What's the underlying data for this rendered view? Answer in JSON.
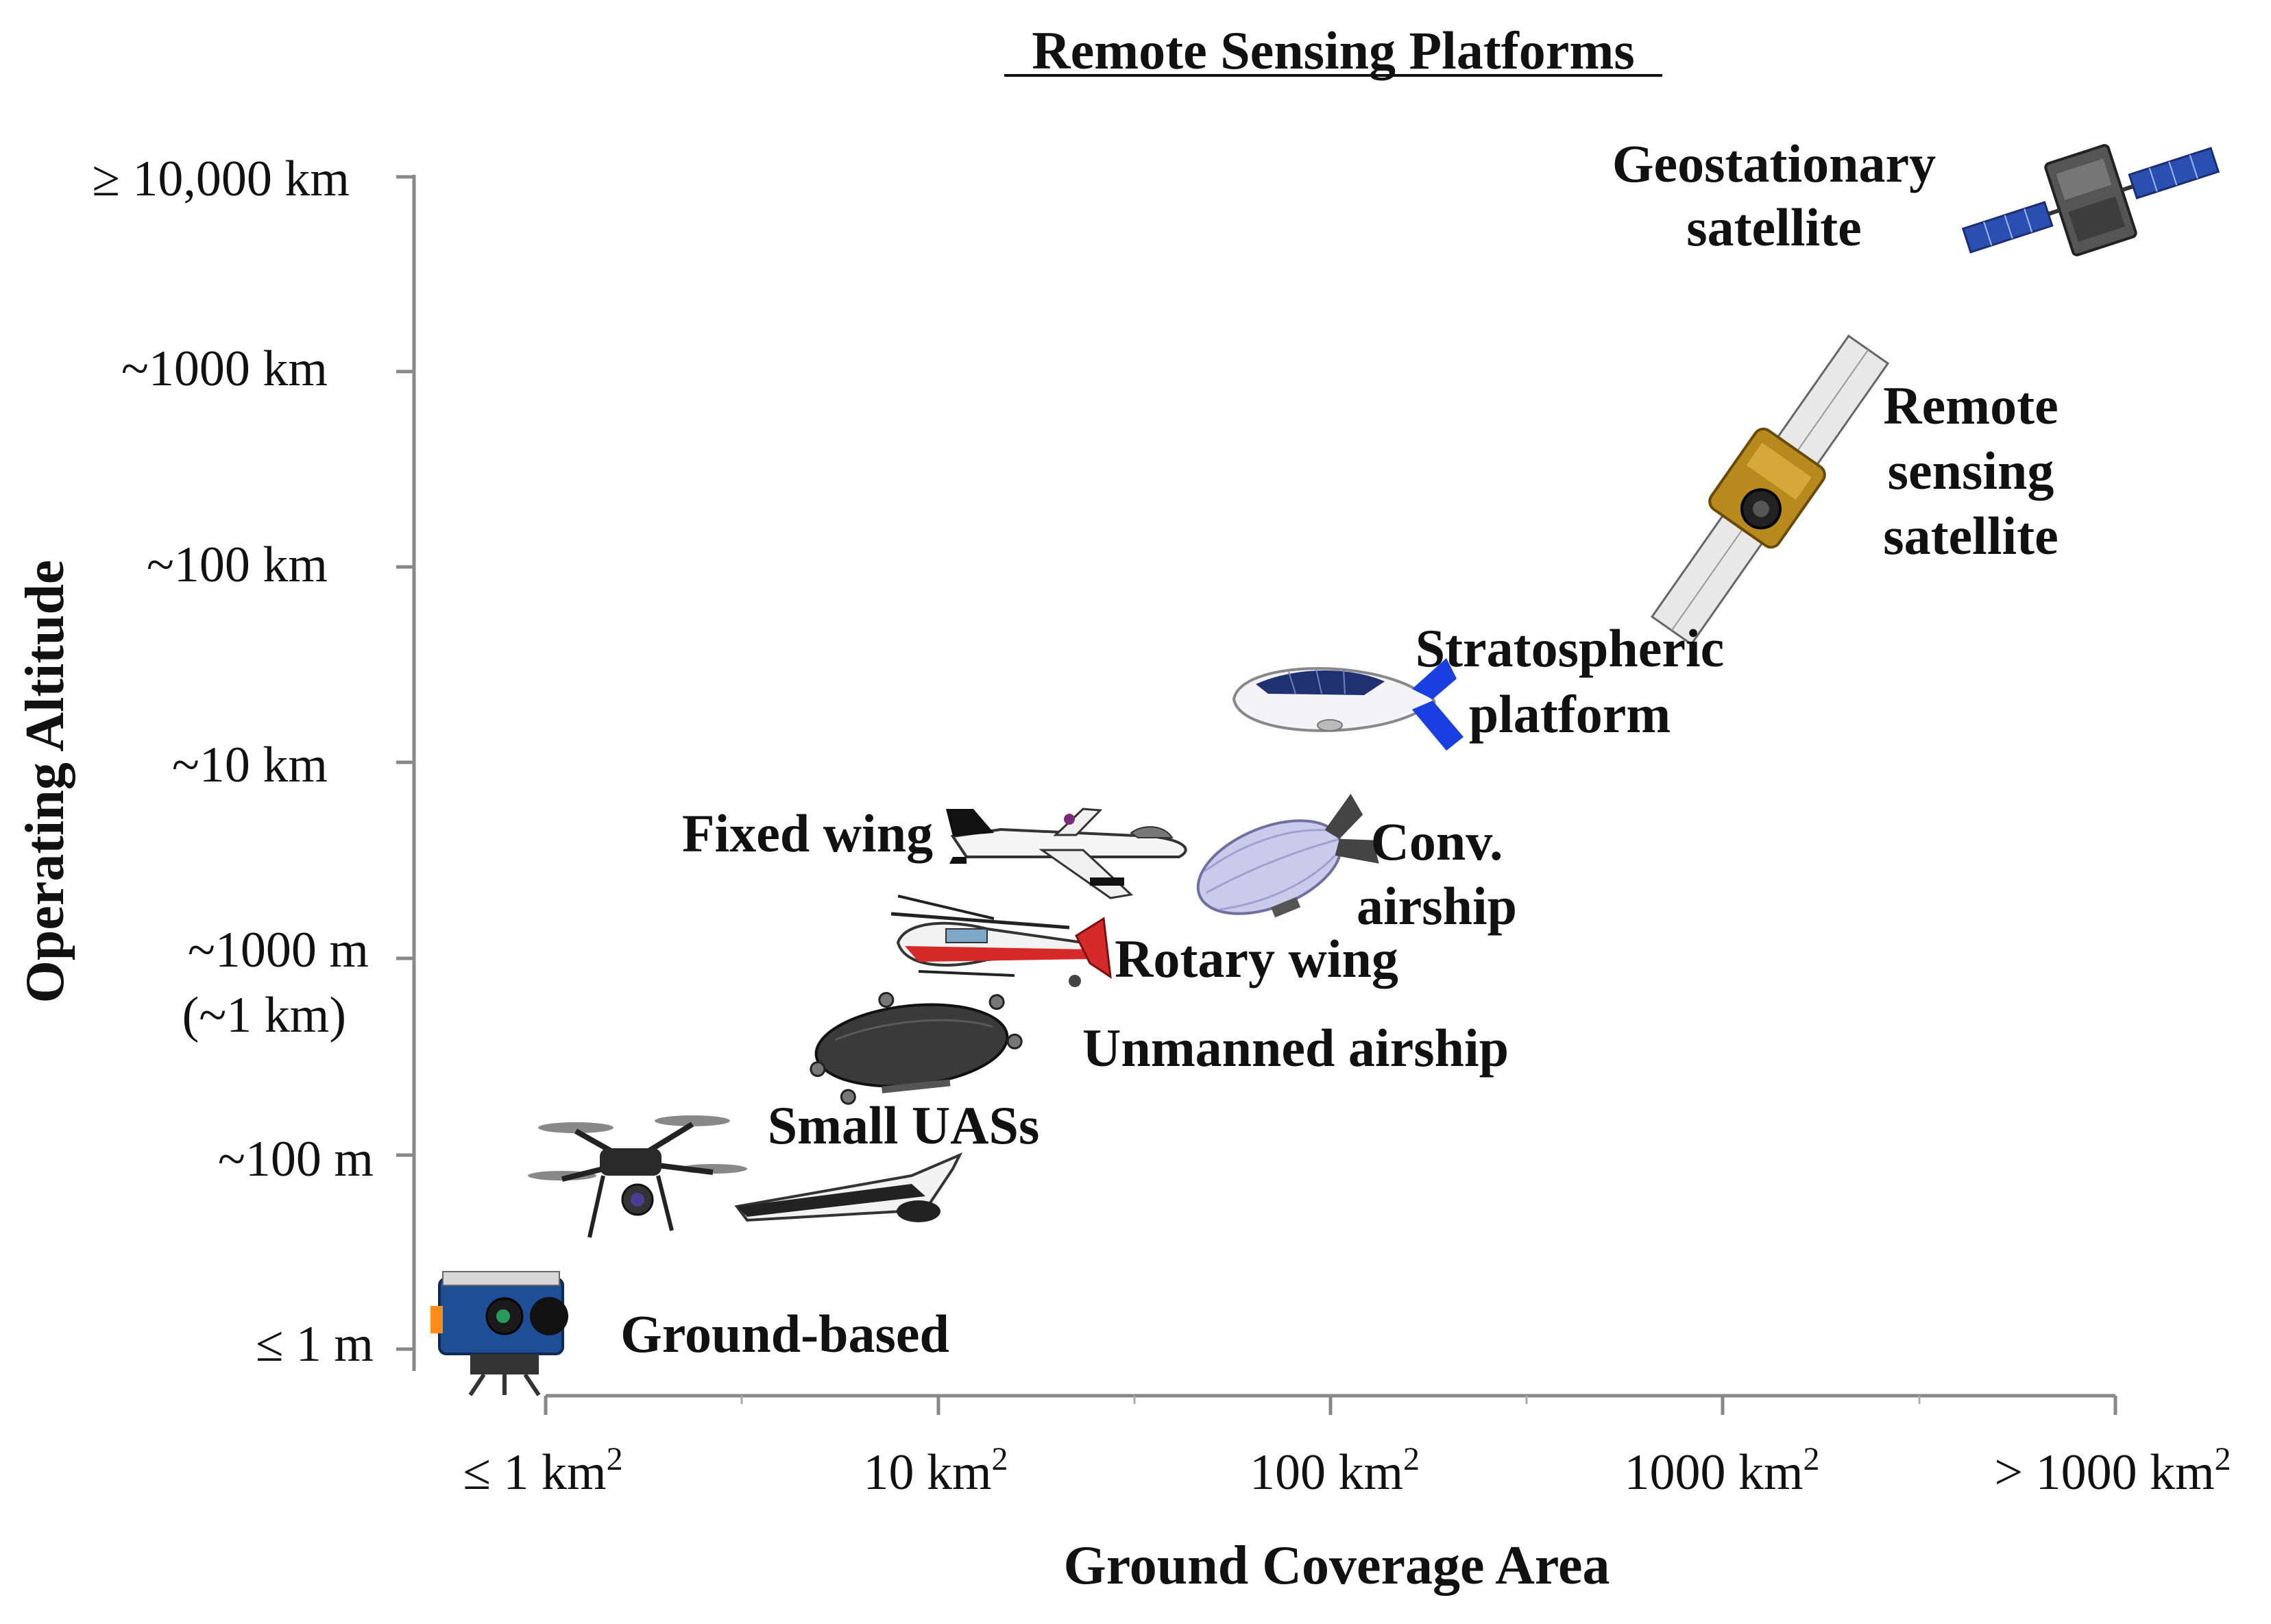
{
  "title": "Remote Sensing Platforms",
  "axes": {
    "x_title": "Ground Coverage Area",
    "y_title": "Operating Altitude",
    "x_ticks": [
      "≤ 1 km",
      "10 km",
      "100 km",
      "1000 km",
      "> 1000 km"
    ],
    "x_tick_superscript": "2",
    "y_ticks": [
      "≥ 10,000 km",
      "~1000 km",
      "~100 km",
      "~10 km",
      "~1000 m",
      "(~1 km)",
      "~100 m",
      "≤ 1 m"
    ]
  },
  "platforms": [
    {
      "id": "geostationary-satellite",
      "lines": [
        "Geostationary",
        "satellite"
      ],
      "icon": "geostationary-satellite-icon"
    },
    {
      "id": "remote-sensing-satellite",
      "lines": [
        "Remote",
        "sensing",
        "satellite"
      ],
      "icon": "remote-sensing-satellite-icon"
    },
    {
      "id": "stratospheric-platform",
      "lines": [
        "Stratospheric",
        "platform"
      ],
      "icon": "stratospheric-airship-icon"
    },
    {
      "id": "conv-airship",
      "lines": [
        "Conv.",
        "airship"
      ],
      "icon": "conventional-airship-icon"
    },
    {
      "id": "fixed-wing",
      "lines": [
        "Fixed wing"
      ],
      "icon": "fixed-wing-aircraft-icon"
    },
    {
      "id": "rotary-wing",
      "lines": [
        "Rotary wing"
      ],
      "icon": "helicopter-icon"
    },
    {
      "id": "unmanned-airship",
      "lines": [
        "Unmanned airship"
      ],
      "icon": "unmanned-airship-icon"
    },
    {
      "id": "small-uas",
      "lines": [
        "Small UASs"
      ],
      "icon": "drone-icon"
    },
    {
      "id": "ground-based",
      "lines": [
        "Ground-based"
      ],
      "icon": "ground-sensor-icon"
    }
  ],
  "colors": {
    "axis": "#888888",
    "text": "#111111"
  }
}
